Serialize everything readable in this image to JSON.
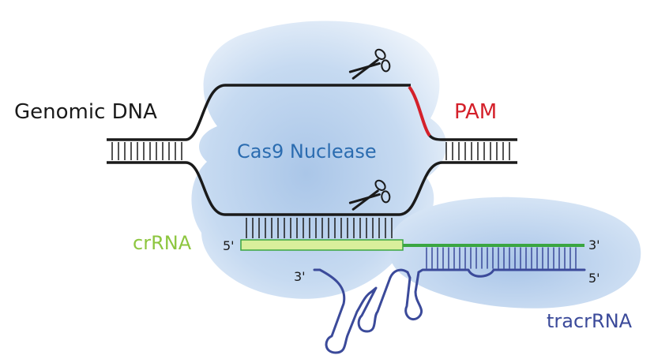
{
  "labels": {
    "genomic_dna": "Genomic DNA",
    "pam": "PAM",
    "cas9": "Cas9 Nuclease",
    "crrna": "crRNA",
    "tracrrna": "tracrRNA",
    "five_prime": "5'",
    "three_prime": "3'"
  },
  "colors": {
    "dna": "#1a1a1a",
    "pam": "#d4202a",
    "cas9_text": "#2b6cb0",
    "crrna_text": "#8dc63f",
    "crrna_box_fill": "#d9ef9b",
    "crrna_line": "#3aa641",
    "tracrrna": "#3b4a9a",
    "blob_dark": "#a9c6e8",
    "blob_light": "#e6f0fa"
  },
  "icons": {
    "cut_site_top": "scissors-icon",
    "cut_site_bottom": "scissors-icon"
  }
}
